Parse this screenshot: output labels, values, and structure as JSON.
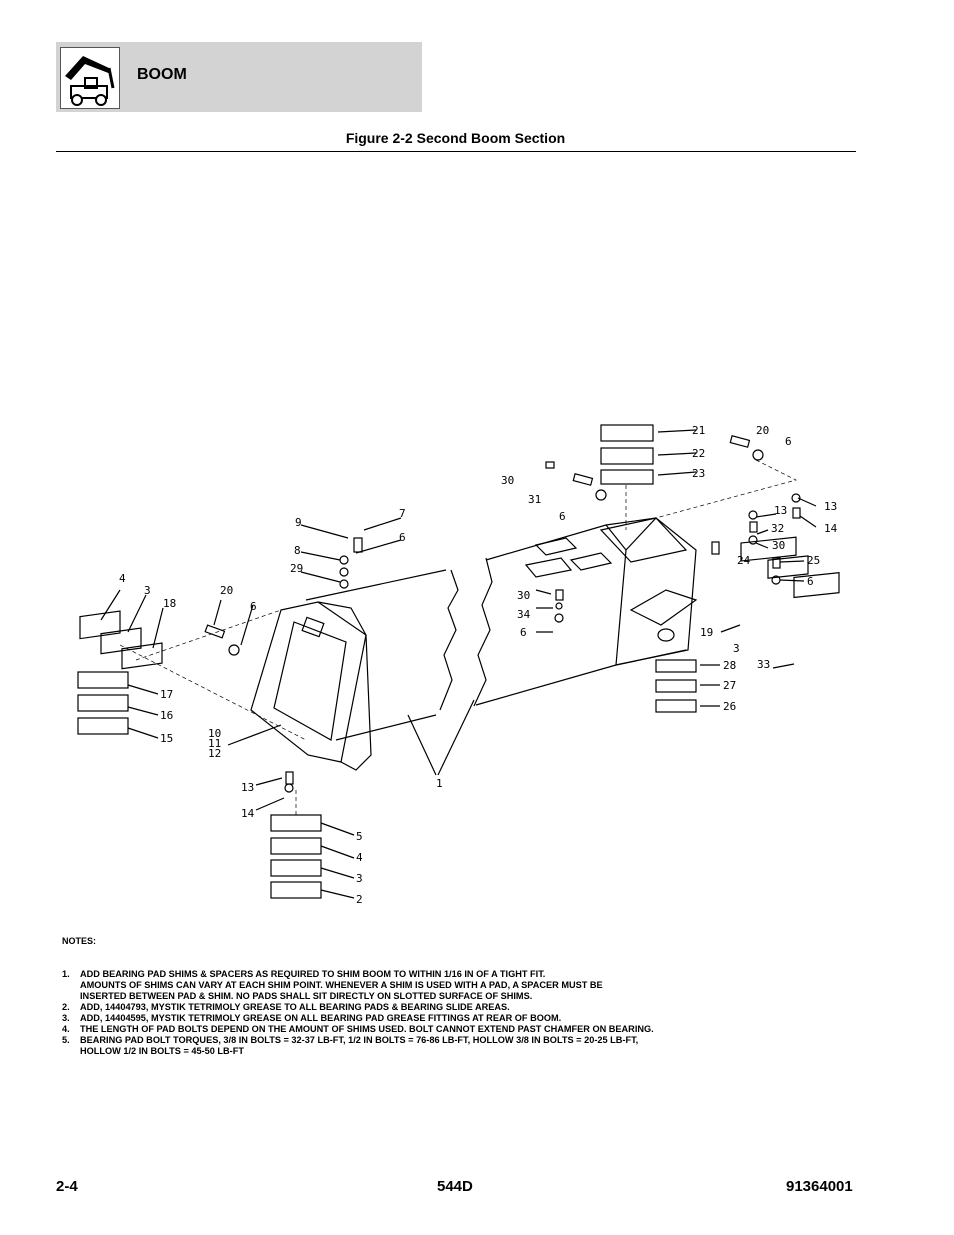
{
  "header": {
    "section": "BOOM",
    "logo_icon": "boom-machine-icon"
  },
  "figure_title": "Figure 2-2 Second Boom Section",
  "callouts": [
    "21",
    "22",
    "23",
    "20",
    "6",
    "30",
    "31",
    "6",
    "13",
    "14",
    "13",
    "32",
    "30",
    "24",
    "25",
    "6",
    "9",
    "7",
    "8",
    "6",
    "29",
    "30",
    "34",
    "6",
    "19",
    "3",
    "33",
    "28",
    "27",
    "26",
    "4",
    "3",
    "18",
    "20",
    "6",
    "17",
    "16",
    "15",
    "10",
    "11",
    "12",
    "1",
    "13",
    "14",
    "5",
    "4",
    "3",
    "2"
  ],
  "notes": {
    "title": "NOTES:",
    "items": [
      {
        "num": "1.",
        "text": "ADD BEARING PAD SHIMS & SPACERS AS REQUIRED TO SHIM BOOM TO WITHIN 1/16 IN OF A TIGHT FIT.\nAMOUNTS OF SHIMS CAN VARY AT EACH SHIM POINT. WHENEVER A SHIM IS USED WITH A PAD, A SPACER MUST BE\nINSERTED BETWEEN PAD & SHIM. NO PADS SHALL SIT DIRECTLY ON SLOTTED SURFACE OF SHIMS."
      },
      {
        "num": "2.",
        "text": "ADD, 14404793, MYSTIK TETRIMOLY GREASE TO ALL BEARING PADS & BEARING SLIDE AREAS."
      },
      {
        "num": "3.",
        "text": "ADD, 14404595, MYSTIK TETRIMOLY GREASE ON ALL BEARING PAD GREASE FITTINGS AT REAR OF BOOM."
      },
      {
        "num": "4.",
        "text": "THE LENGTH OF PAD BOLTS DEPEND ON THE AMOUNT OF SHIMS USED. BOLT CANNOT EXTEND PAST CHAMFER ON BEARING."
      },
      {
        "num": "5.",
        "text": "BEARING PAD BOLT TORQUES, 3/8 IN BOLTS = 32-37 LB-FT, 1/2 IN BOLTS = 76-86 LB-FT, HOLLOW 3/8 IN BOLTS = 20-25 LB-FT,\nHOLLOW 1/2 IN  BOLTS = 45-50 LB-FT"
      }
    ]
  },
  "footer": {
    "page": "2-4",
    "model": "544D",
    "doc_number": "91364001"
  }
}
